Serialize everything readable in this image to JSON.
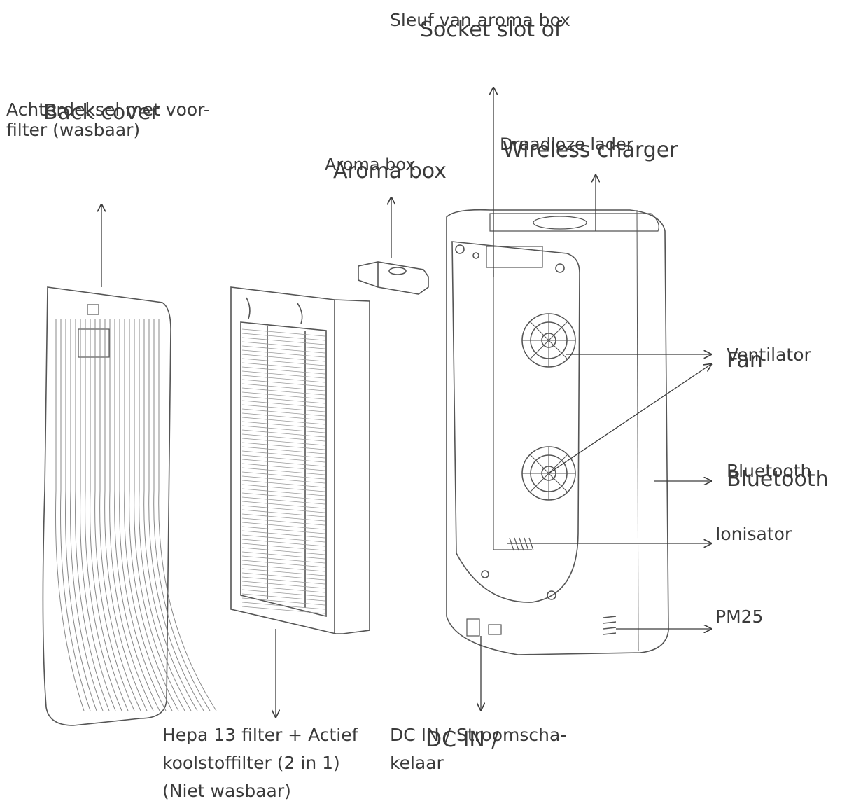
{
  "labels": {
    "back_cover_nl": [
      "Achterdeksel met voor-",
      "filter (wasbaar)"
    ],
    "back_cover_en": "Back cover",
    "socket_slot_nl": "Sleuf van aroma box",
    "socket_slot_en": "Socket slot of",
    "aroma_box_nl": "Aroma box",
    "aroma_box_en": "Aroma box",
    "wireless_charger_nl": "Draadloze lader",
    "wireless_charger_en": "Wireless charger",
    "fan_nl": "Ventilator",
    "fan_en": "Fan",
    "bluetooth_nl": "Bluetooth",
    "bluetooth_en": "Bluetooth",
    "ionizer_nl": "Ionisator",
    "pm25": "PM25",
    "filter_nl": [
      "Hepa 13 filter + Actief",
      "koolstoffilter (2 in 1)",
      "(Niet wasbaar)"
    ],
    "dc_in_nl": [
      "DC IN / Stroomscha-",
      "kelaar"
    ],
    "dc_in_en": "DC IN /"
  },
  "colors": {
    "line": "#3c3c3c",
    "background": "#ffffff"
  }
}
